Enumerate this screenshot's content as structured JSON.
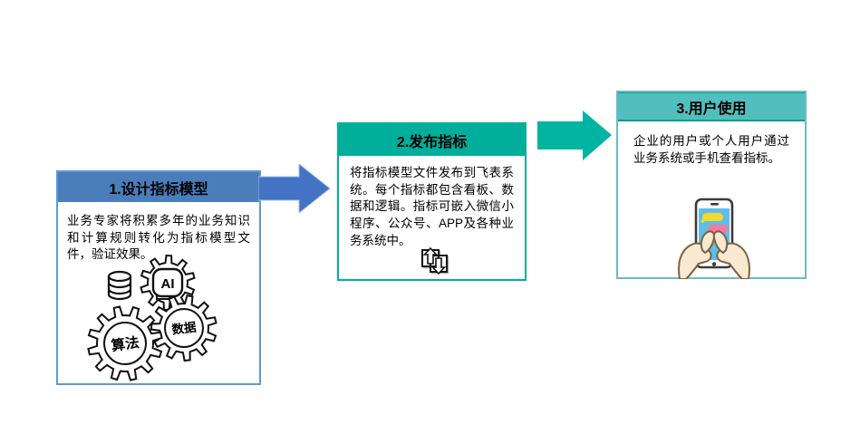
{
  "colors": {
    "step1_header": "#4A7EBB",
    "step1_border": "#5B9BD5",
    "step2_header": "#00AE9B",
    "step2_border": "#00AE9B",
    "step3_header": "#52BFBF",
    "step3_border": "#6FB9C5",
    "step3_header_border": "#0E9C8C",
    "arrow1": "#4472C4",
    "arrow2": "#00B4A2",
    "phone_screen": "#5FBEE8",
    "bubble_yellow": "#F3D832",
    "bubble_pink": "#F07CA4",
    "hand_fill": "#F8E9D0",
    "hand_outline": "#7E6140"
  },
  "steps": [
    {
      "title": "1.设计指标模型",
      "description": "业务专家将积累多年的业务知识和计算规则转化为指标模型文件，验证效果。",
      "gear_labels": {
        "ai": "AI",
        "data": "数据",
        "algorithm": "算法"
      },
      "icons": [
        "database-icon",
        "gears-icon"
      ]
    },
    {
      "title": "2.发布指标",
      "description": "将指标模型文件发布到飞表系统。每个指标都包含看板、数据和逻辑。指标可嵌入微信小程序、公众号、APP及各种业务系统中。",
      "icons": [
        "publish-transfer-icon"
      ]
    },
    {
      "title": "3.用户使用",
      "description": "企业的用户或个人用户通过业务系统或手机查看指标。",
      "icons": [
        "hands-holding-phone-icon"
      ]
    }
  ],
  "arrows": [
    {
      "from": "step-1",
      "to": "step-2",
      "color": "#4472C4"
    },
    {
      "from": "step-2",
      "to": "step-3",
      "color": "#00B4A2"
    }
  ]
}
